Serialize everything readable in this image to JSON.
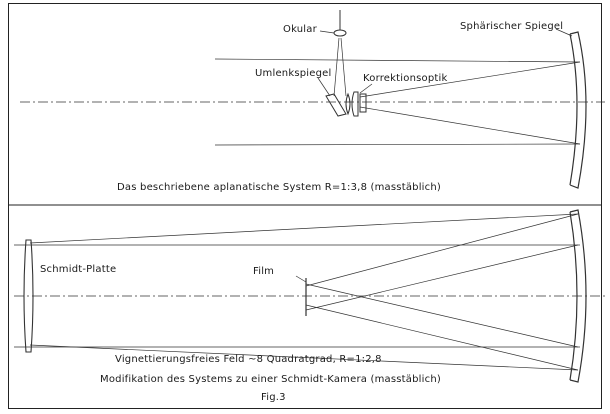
{
  "top_diagram": {
    "labels": {
      "eyepiece": "Okular",
      "spherical_mirror": "Sphärischer Spiegel",
      "fold_mirror": "Umlenkspiegel",
      "corrector_optics": "Korrektionsoptik"
    },
    "caption": "Das beschriebene aplanatische System R=1:3,8 (masstäblich)"
  },
  "bottom_diagram": {
    "labels": {
      "schmidt_plate": "Schmidt-Platte",
      "film": "Film"
    },
    "caption_field": "Vignettierungsfreies Feld ~8 Quadratgrad, R=1:2,8",
    "caption_modification": "Modifikation des Systems zu einer Schmidt-Kamera (masstäblich)"
  },
  "figure_label": "Fig.3"
}
